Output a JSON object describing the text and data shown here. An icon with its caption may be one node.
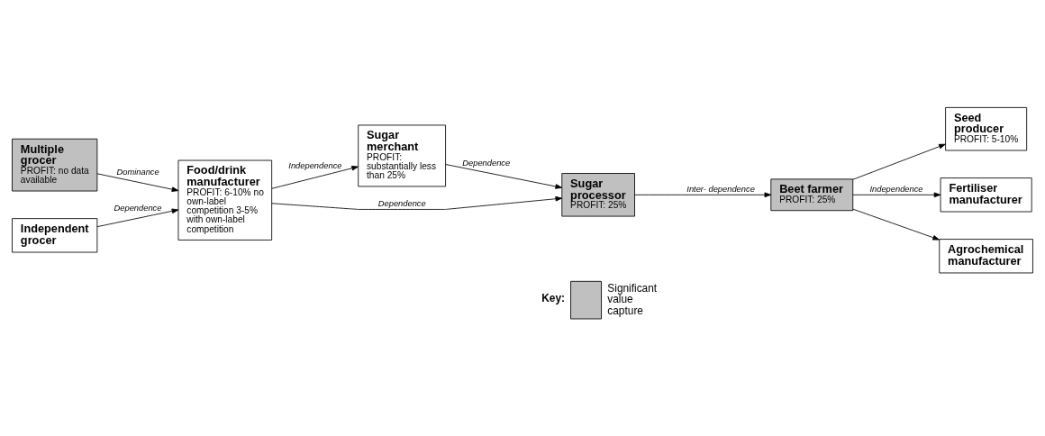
{
  "diagram": {
    "nodes": [
      {
        "text": [
          "Multiple grocer",
          "PROFIT: no data available"
        ]
      },
      {
        "text": [
          "Independent grocer"
        ]
      },
      {
        "text": [
          "Food/drink manufacturer",
          "PROFIT: 6-10% no own-label competition 3-5% with own-label competition"
        ]
      },
      {
        "text": [
          "Sugar merchant",
          "PROFIT: substantially less than 25%"
        ]
      },
      {
        "text": [
          "Sugar processor",
          "PROFIT: 25%"
        ]
      },
      {
        "text": [
          "Beet farmer",
          "PROFIT: 25%"
        ]
      },
      {
        "text": [
          "Seed producer",
          "PROFIT: 5-10%"
        ]
      },
      {
        "text": [
          "Fertiliser manufacturer"
        ]
      },
      {
        "text": [
          "Agrochemical manufacturer"
        ]
      }
    ],
    "edges": [
      {
        "from": 0,
        "to": 2,
        "arrow": "to",
        "label": "Dominance"
      },
      {
        "from": 1,
        "to": 2,
        "arrow": "to",
        "label": "Dependence"
      },
      {
        "from": 2,
        "to": 3,
        "arrow": "to",
        "label": "Independence"
      },
      {
        "from": 3,
        "to": 4,
        "arrow": "to",
        "label": "Dependence"
      },
      {
        "from": 2,
        "to": 4,
        "arrow": "to",
        "label": "Dependence"
      },
      {
        "from": 4,
        "to": 5,
        "arrow": "to",
        "label": "Inter- dependence"
      },
      {
        "from": 5,
        "to": 6,
        "arrow": "to"
      },
      {
        "from": 5,
        "to": 7,
        "arrow": "to",
        "label": "Independence"
      },
      {
        "from": 5,
        "to": 8,
        "arrow": "to"
      }
    ],
    "labels": [
      "Key:"
    ],
    "legend": [
      {
        "text": "Significant value capture",
        "color": "#c0c0c0"
      }
    ]
  }
}
